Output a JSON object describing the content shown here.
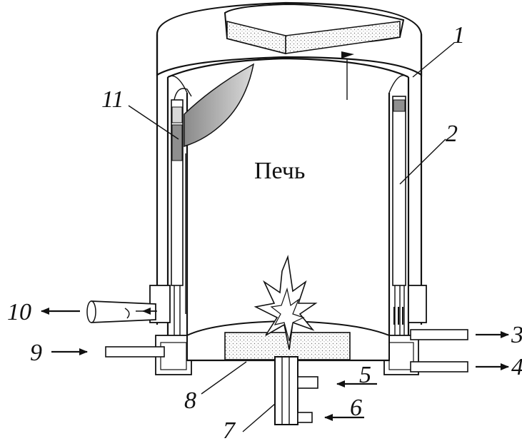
{
  "diagram": {
    "center_label": "Печь",
    "callouts": [
      "1",
      "2",
      "3",
      "4",
      "5",
      "6",
      "7",
      "8",
      "9",
      "10",
      "11"
    ]
  },
  "colors": {
    "stroke": "#111111",
    "gray_fill": "#bdbdbd",
    "dark_fill": "#7a7a7a",
    "background": "#ffffff"
  }
}
